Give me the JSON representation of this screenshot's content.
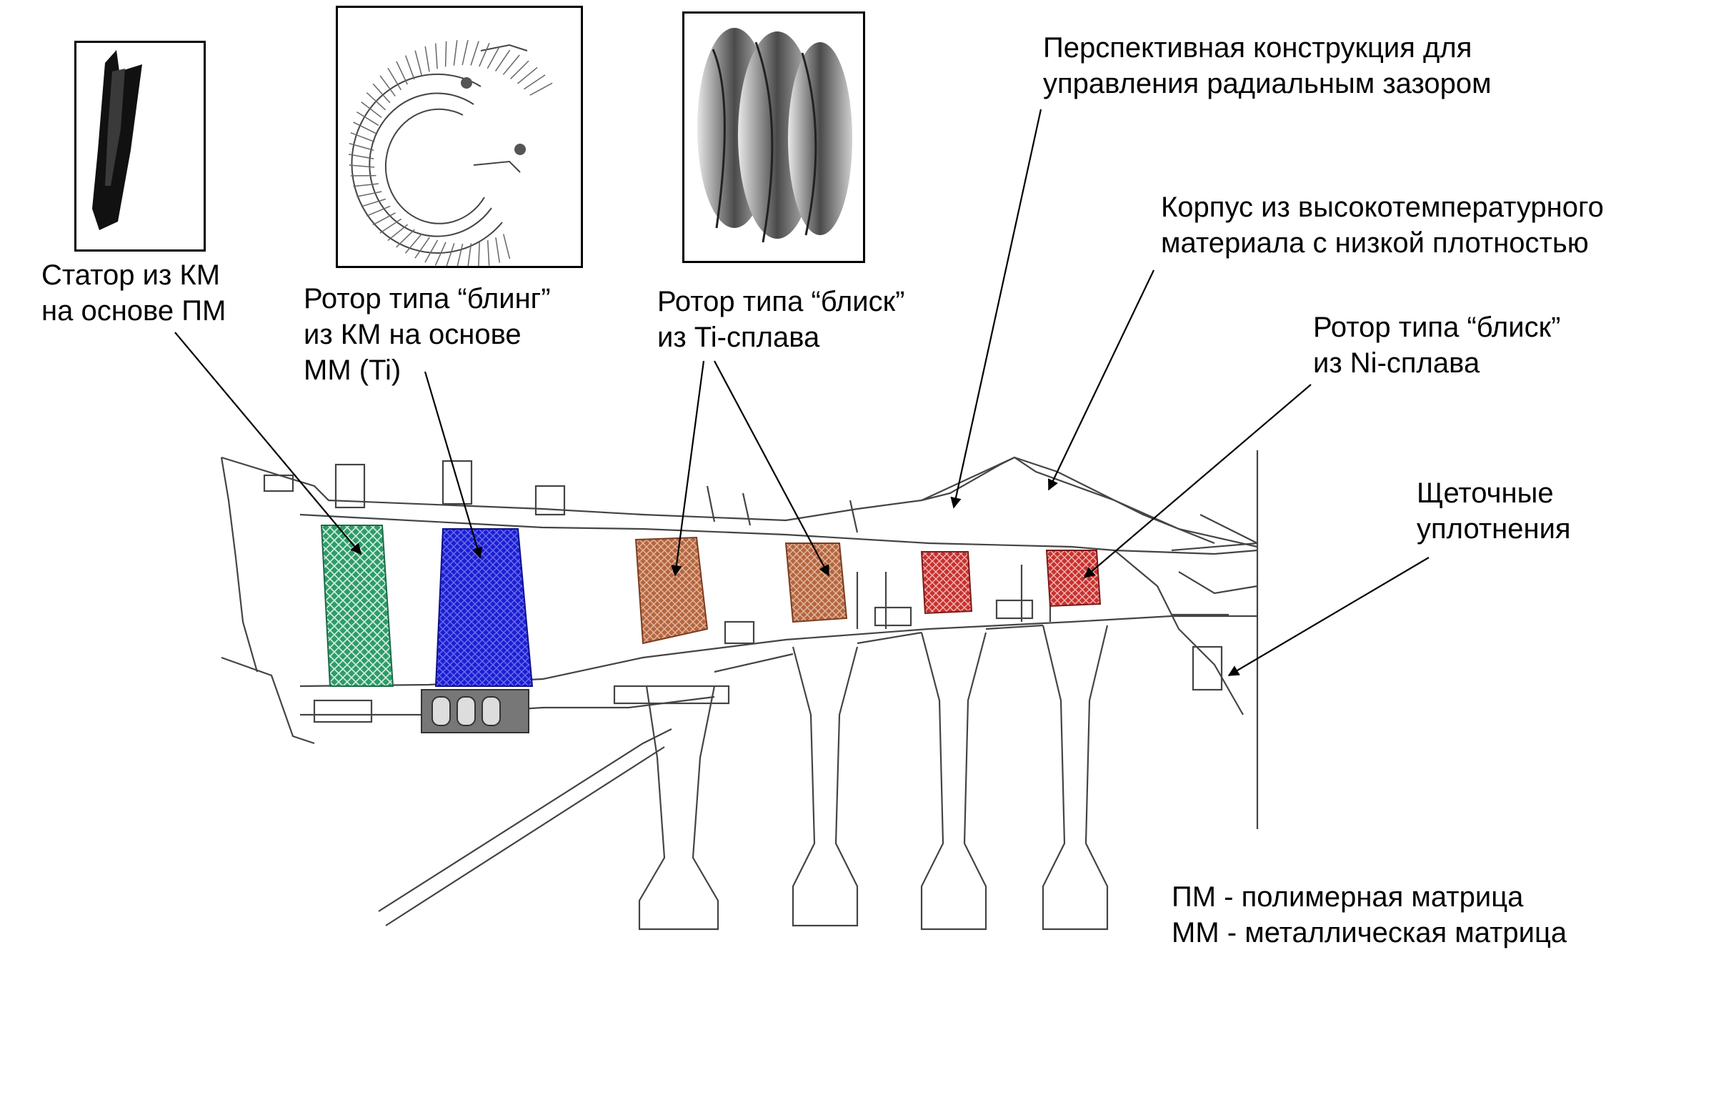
{
  "labels": {
    "stator": [
      "Статор из КМ",
      "на основе ПМ"
    ],
    "bling": [
      "Ротор типа “блинг”",
      "из КМ на основе",
      "ММ (Ti)"
    ],
    "blisk_ti": [
      "Ротор типа “блиск”",
      "из Ti-сплава"
    ],
    "clearance": [
      "Перспективная конструкция для",
      "управления радиальным зазором"
    ],
    "casing": [
      "Корпус из высокотемпературного",
      "материала с низкой плотностью"
    ],
    "blisk_ni": [
      "Ротор типа “блиск”",
      "из Ni-сплава"
    ],
    "brush_seals": [
      "Щеточные",
      "уплотнения"
    ],
    "legend": [
      "ПМ - полимерная матрица",
      "ММ - металлическая матрица"
    ]
  },
  "colors": {
    "stator_fill": "#2e9c6a",
    "bling_fill": "#1c1fd0",
    "blisk_ti_fill": "#b5663f",
    "blisk_ni_fill": "#c8312e",
    "line": "#333333"
  }
}
